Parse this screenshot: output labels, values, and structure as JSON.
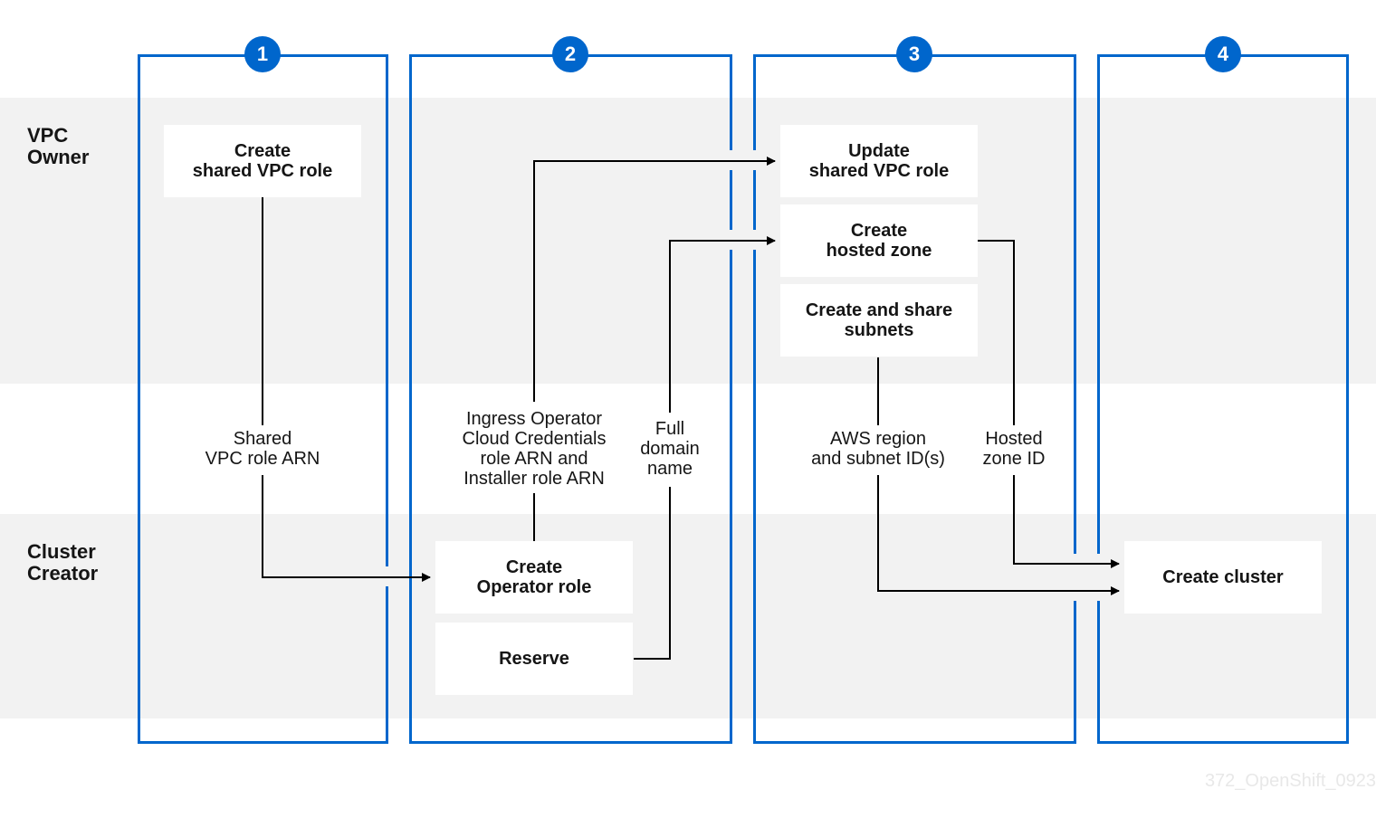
{
  "lanes": {
    "vpc_owner": "VPC\nOwner",
    "cluster_creator": "Cluster\nCreator"
  },
  "steps": [
    "1",
    "2",
    "3",
    "4"
  ],
  "boxes": {
    "create_shared_vpc_role": "Create\nshared VPC role",
    "update_shared_vpc_role": "Update\nshared VPC role",
    "create_hosted_zone": "Create\nhosted zone",
    "create_and_share_subnets": "Create and share\nsubnets",
    "create_operator_role": "Create\nOperator role",
    "reserve": "Reserve",
    "create_cluster": "Create cluster"
  },
  "flow_labels": {
    "shared_vpc_role_arn": "Shared\nVPC role ARN",
    "ingress_operator": "Ingress Operator\nCloud Credentials\nrole ARN and\nInstaller role ARN",
    "full_domain_name": "Full\ndomain\nname",
    "aws_region_subnets": "AWS region\nand subnet ID(s)",
    "hosted_zone_id": "Hosted\nzone ID"
  },
  "watermark": "372_OpenShift_0923",
  "colors": {
    "accent": "#0066cc",
    "band": "#f2f2f2",
    "line": "#000000"
  }
}
